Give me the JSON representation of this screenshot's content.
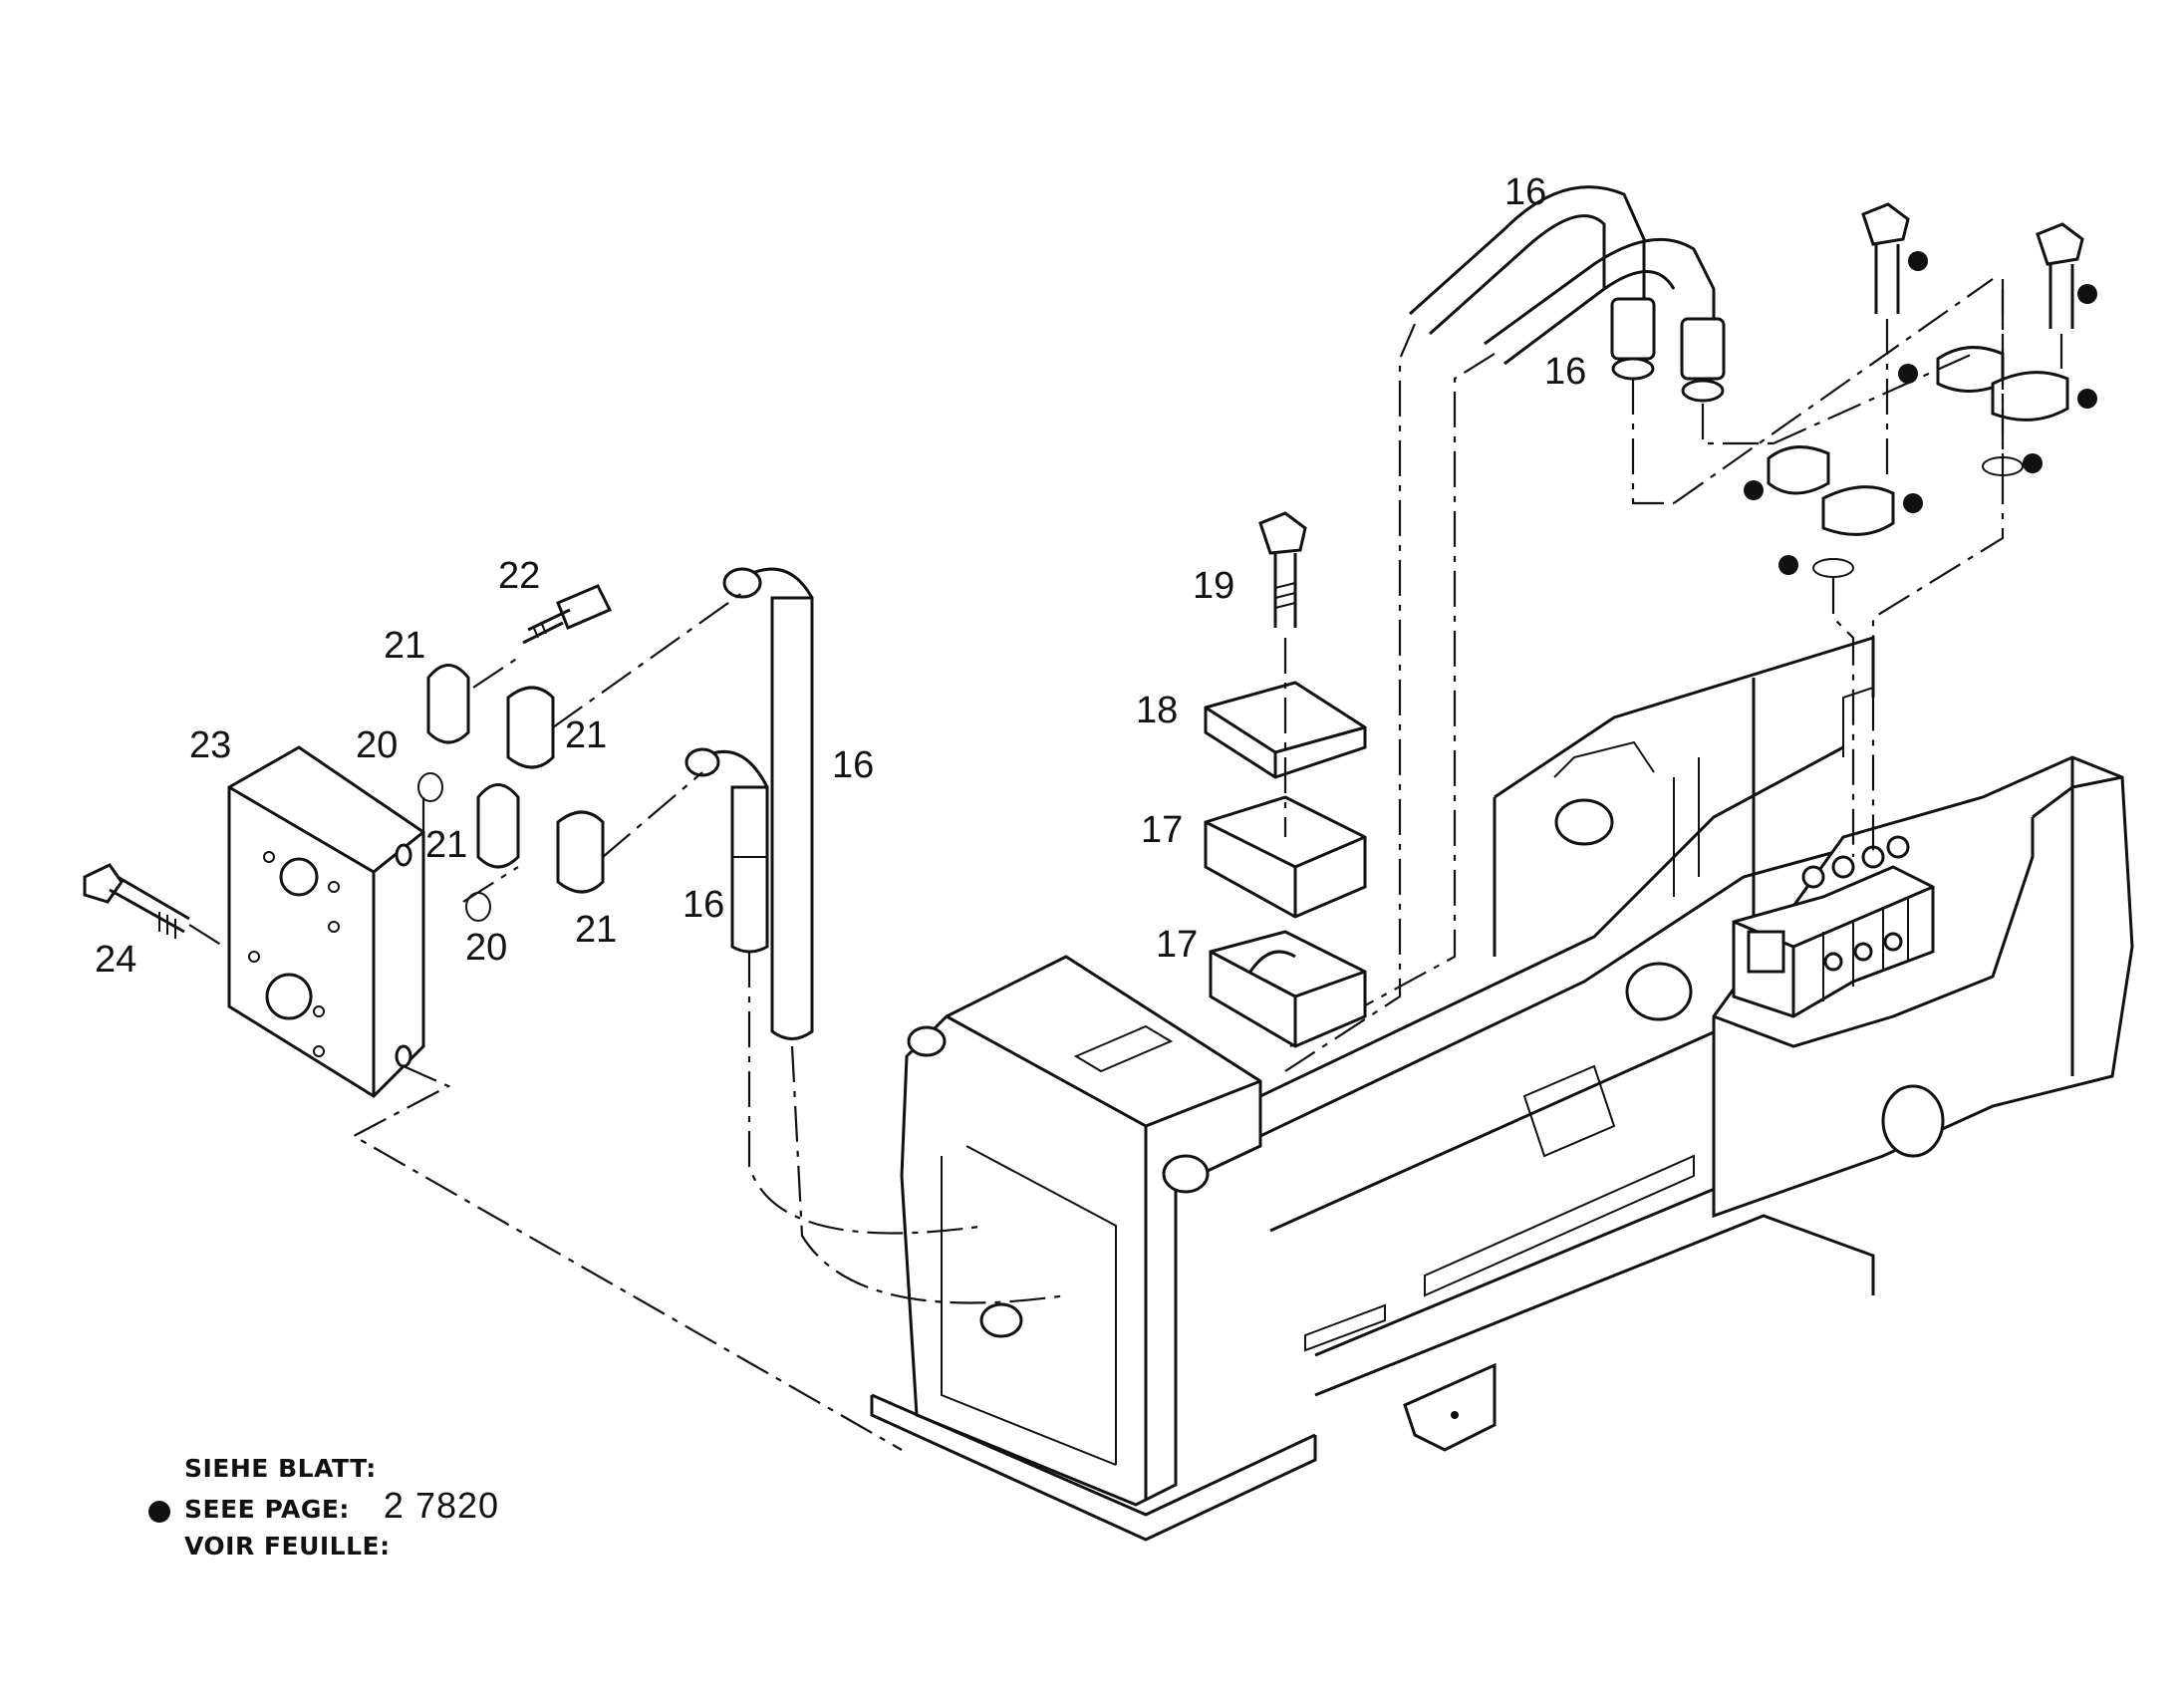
{
  "callouts": {
    "c16a": "16",
    "c16b": "16",
    "c16c": "16",
    "c16d": "16",
    "c17a": "17",
    "c17b": "17",
    "c18": "18",
    "c19": "19",
    "c20a": "20",
    "c20b": "20",
    "c21a": "21",
    "c21b": "21",
    "c21c": "21",
    "c21d": "21",
    "c22": "22",
    "c23": "23",
    "c24": "24"
  },
  "note": {
    "line1": "SIEHE BLATT:",
    "line2": "SEEE PAGE:",
    "line3": "VOIR FEUILLE:",
    "page_ref": "2 7820"
  }
}
